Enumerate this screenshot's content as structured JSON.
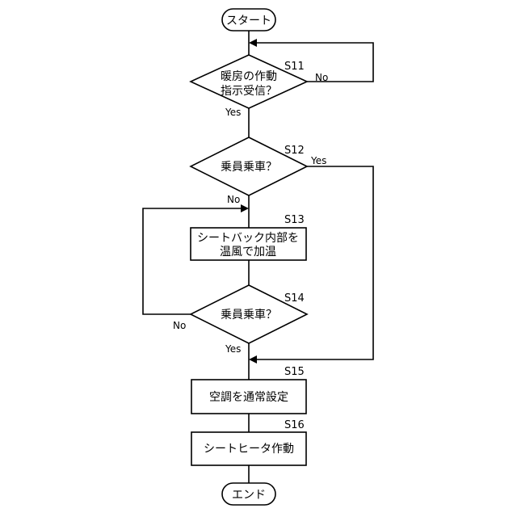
{
  "terminals": {
    "start": "スタート",
    "end": "エンド"
  },
  "steps": {
    "s11": {
      "id": "S11",
      "line1": "暖房の作動",
      "line2": "指示受信？"
    },
    "s12": {
      "id": "S12",
      "line1": "乗員乗車？"
    },
    "s13": {
      "id": "S13",
      "line1": "シートバック内部を",
      "line2": "温風で加温"
    },
    "s14": {
      "id": "S14",
      "line1": "乗員乗車？"
    },
    "s15": {
      "id": "S15",
      "line1": "空調を通常設定"
    },
    "s16": {
      "id": "S16",
      "line1": "シートヒータ作動"
    }
  },
  "branches": {
    "s11_no": "No",
    "s11_yes": "Yes",
    "s12_yes": "Yes",
    "s12_no": "No",
    "s14_no": "No",
    "s14_yes": "Yes"
  }
}
